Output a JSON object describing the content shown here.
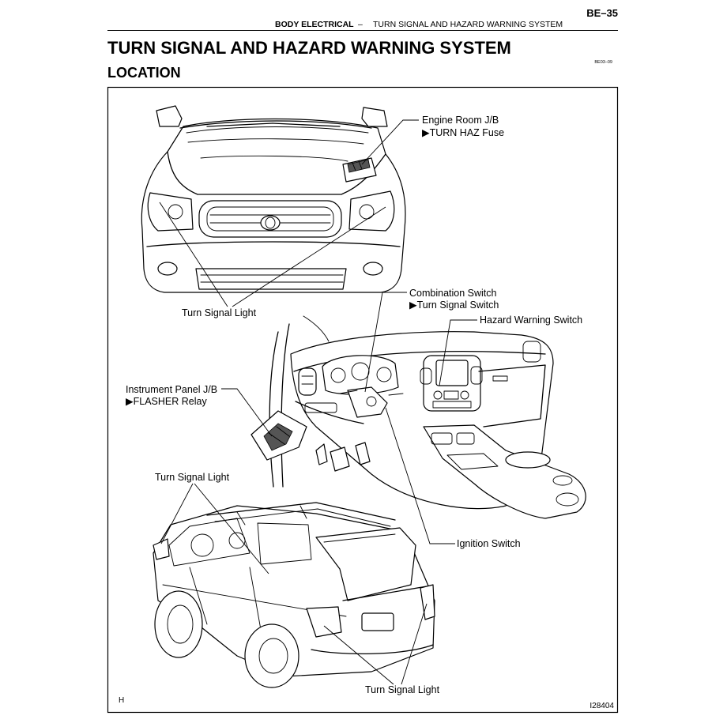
{
  "header": {
    "section": "BODY ELECTRICAL",
    "separator": "–",
    "subsection": "TURN SIGNAL AND HAZARD WARNING SYSTEM",
    "page_number": "BE–35"
  },
  "title": "TURN SIGNAL AND HAZARD WARNING SYSTEM",
  "subtitle": "LOCATION",
  "doc_code": "BE03–09",
  "figure": {
    "callouts": {
      "engine_room_jb": {
        "line1": "Engine Room J/B",
        "line2": "▶TURN HAZ Fuse"
      },
      "turn_signal_light_front": {
        "line1": "Turn Signal Light"
      },
      "combination_switch": {
        "line1": "Combination Switch",
        "line2": "▶Turn Signal Switch"
      },
      "hazard_warning_switch": {
        "line1": "Hazard Warning Switch"
      },
      "instrument_panel_jb": {
        "line1": "Instrument Panel J/B",
        "line2": "▶FLASHER Relay"
      },
      "turn_signal_light_side": {
        "line1": "Turn Signal Light"
      },
      "ignition_switch": {
        "line1": "Ignition Switch"
      },
      "turn_signal_light_rear": {
        "line1": "Turn Signal Light"
      }
    },
    "corner_left": "H",
    "figure_id": "I28404"
  }
}
